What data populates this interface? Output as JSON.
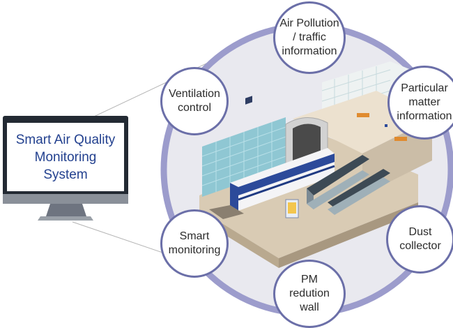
{
  "monitor": {
    "screen_text": "Smart Air Quality\nMonitoring\nSystem",
    "text_color": "#23418f"
  },
  "ring_color": "#9c9ccc",
  "node_border_color": "#6b6fa8",
  "nodes": [
    {
      "id": "air-pollution",
      "label": "Air Pollution\n/ traffic\ninformation"
    },
    {
      "id": "particular-matter",
      "label": "Particular\nmatter\ninformation"
    },
    {
      "id": "ventilation",
      "label": "Ventilation\ncontrol"
    },
    {
      "id": "smart-monitoring",
      "label": "Smart\nmonitoring"
    },
    {
      "id": "dust-collector",
      "label": "Dust\ncollector"
    },
    {
      "id": "pm-wall",
      "label": "PM\nredution\nwall"
    }
  ]
}
